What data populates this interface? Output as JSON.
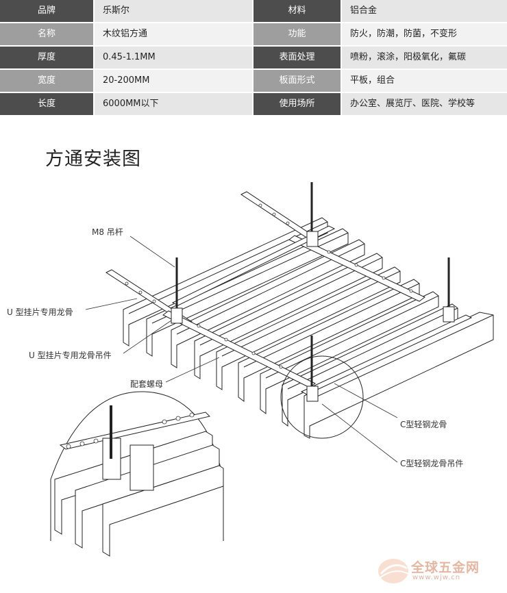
{
  "spec_table": {
    "rows": [
      {
        "label1": "品牌",
        "value1": "乐斯尔",
        "label2": "材料",
        "value2": "铝合金"
      },
      {
        "label1": "名称",
        "value1": "木纹铝方通",
        "label2": "功能",
        "value2": "防火，防潮，防菌，不变形"
      },
      {
        "label1": "厚度",
        "value1": "0.45-1.1MM",
        "label2": "表面处理",
        "value2": "喷粉，滚涂，阳极氧化，氟碳"
      },
      {
        "label1": "宽度",
        "value1": "20-200MM",
        "label2": "板面形式",
        "value2": "平板，组合"
      },
      {
        "label1": "长度",
        "value1": "6000MM以下",
        "label2": "使用场所",
        "value2": "办公室、展览厅、医院、学校等"
      }
    ],
    "colors": {
      "dark_label": "#4d4d4d",
      "light_label": "#9e9e9e",
      "dark_value": "#e6e6e6",
      "light_value": "#f2f2f2"
    }
  },
  "section_title": "方通安装图",
  "callouts": {
    "m8_rod": "M8 吊杆",
    "u_keel": "U 型挂片专用龙骨",
    "u_keel_hanger": "U 型挂片专用龙骨吊件",
    "nut": "配套螺母",
    "c_keel": "C型轻钢龙骨",
    "c_keel_hanger": "C型轻钢龙骨吊件"
  },
  "watermark": {
    "text": "全球五金网",
    "url": "www.wjw.cn"
  }
}
